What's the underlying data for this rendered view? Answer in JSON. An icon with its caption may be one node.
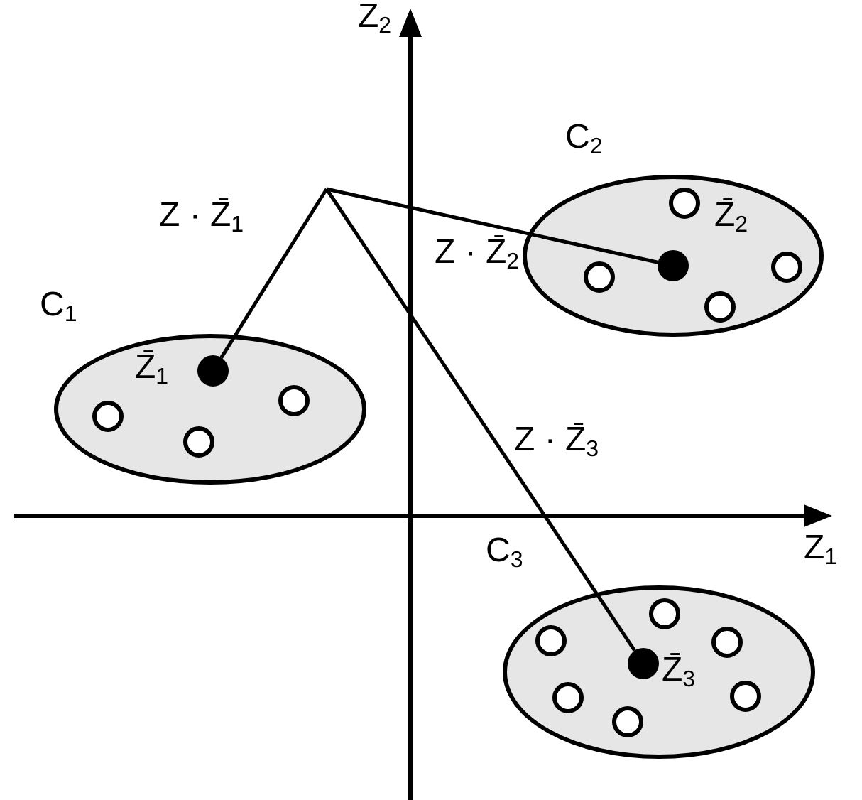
{
  "diagram": {
    "nodes": [
      {
        "text": [
          "C$_{1}$"
        ]
      },
      {
        "text": [],
        "shape": "dot",
        "beside": [
          "Z̄$_{1}$"
        ],
        "in": 0
      },
      {
        "text": [],
        "shape": "circle",
        "in": 0
      },
      {
        "text": [],
        "shape": "circle",
        "in": 0
      },
      {
        "text": [],
        "shape": "circle",
        "in": 0
      },
      {
        "text": [
          "C$_{2}$"
        ]
      },
      {
        "text": [],
        "shape": "circle",
        "in": 5
      },
      {
        "text": [],
        "shape": "dot",
        "beside": [
          "Z̄$_{2}$"
        ],
        "in": 5
      },
      {
        "text": [],
        "shape": "circle",
        "in": 5
      },
      {
        "text": [],
        "shape": "circle",
        "in": 5
      },
      {
        "text": [],
        "shape": "circle",
        "in": 5
      },
      {
        "text": [
          "C$_{3}$"
        ]
      },
      {
        "text": [],
        "shape": "circle",
        "in": 11
      },
      {
        "text": [],
        "shape": "circle",
        "in": 11
      },
      {
        "text": [],
        "shape": "circle",
        "in": 11
      },
      {
        "text": [],
        "shape": "dot",
        "beside": [
          "Z̄$_{3}$"
        ],
        "in": 11
      },
      {
        "text": [],
        "shape": "circle",
        "in": 11
      },
      {
        "text": [],
        "shape": "circle",
        "in": 11
      },
      {
        "text": [],
        "shape": "circle",
        "in": 11
      }
    ],
    "edges": [
      {
        "from": null,
        "to": 1,
        "arrow": "none",
        "label": "Z · Z̄$_{1}$"
      },
      {
        "from": null,
        "to": 7,
        "arrow": "none",
        "label": "Z · Z̄$_{2}$"
      },
      {
        "from": null,
        "to": 15,
        "arrow": "none",
        "label": "Z · Z̄$_{3}$"
      }
    ],
    "labels": [
      "Z$_{2}$",
      "Z$_{1}$"
    ]
  }
}
